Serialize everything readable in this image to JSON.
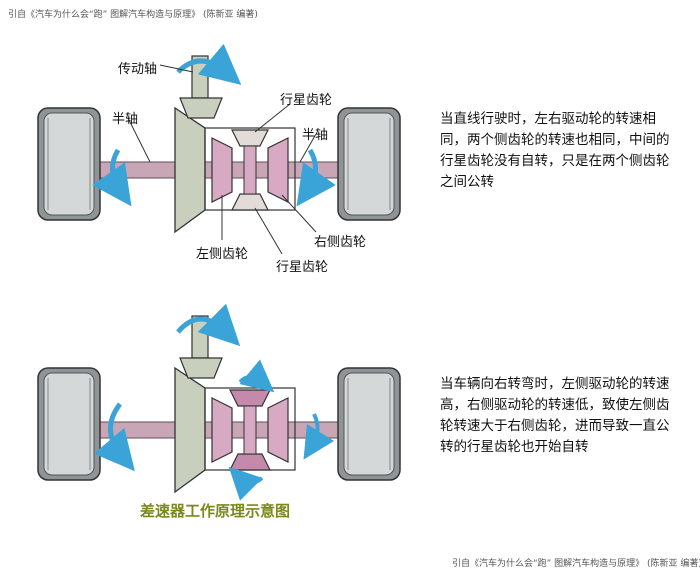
{
  "citation": "引自《汽车为什么会“跑” 图解汽车构造与原理》 (陈新亚 编著)",
  "citation_bottom": "引自《汽车为什么会“跑” 图解汽车构造与原理》 (陈新亚 编著)",
  "top_diagram": {
    "labels": {
      "drive_shaft": "传动轴",
      "half_shaft_left": "半轴",
      "planet_gear_top": "行星齿轮",
      "half_shaft_right": "半轴",
      "left_side_gear": "左侧齿轮",
      "right_side_gear": "右侧齿轮",
      "planet_gear_bottom": "行星齿轮"
    },
    "description": "当直线行驶时，左右驱动轮的转速相同，两个侧齿轮的转速也相同，中间的行星齿轮没有自转，只是在两个侧齿轮之间公转"
  },
  "bottom_diagram": {
    "description": "当车辆向右转弯时，左侧驱动轮的转速高，右侧驱动轮的转速低，致使左侧齿轮转速大于右侧齿轮，进而导致一直公转的行星齿轮也开始自转"
  },
  "figure_title": "差速器工作原理示意图",
  "colors": {
    "arrow": "#3aa3d8",
    "axle": "#c9a6b6",
    "gear_pink": "#d8a9c2",
    "ring_gear": "#c8d0bd",
    "tire": "#8a8f90",
    "title": "#7a8a1a"
  }
}
